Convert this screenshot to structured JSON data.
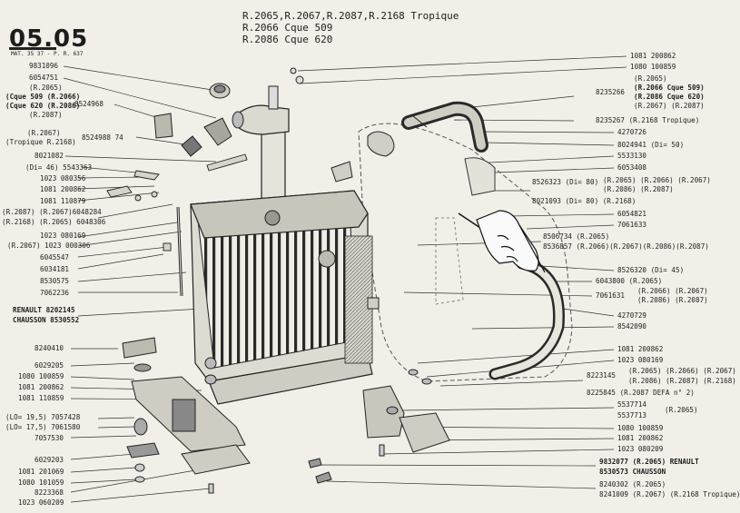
{
  "header": {
    "page_no": "05.05",
    "mat_ref": "MAT. 35 37 - P. R. 637",
    "line1": "R.2065,R.2067,R.2087,R.2168 Tropique",
    "line2": "R.2066 Cque 509",
    "line3": "R.2086 Cque 620"
  },
  "left": {
    "l1": "9831096",
    "l2": "6054751",
    "l3a": "(R.2065)",
    "l3b": "(Cque 509 (R.2066)",
    "l3c": "(Cque 620 (R.2086)",
    "l3d": "(R.2087)",
    "l3num": "8524968",
    "l4a": "(R.2067)",
    "l4b": "(Tropique R.2168)",
    "l4num": "8524988 74",
    "l5": "8021082",
    "l6": "(Di= 46) 5543363",
    "l7": "1023 080356",
    "l8": "1081 200862",
    "l9": "1081 110879",
    "l10a": "(R.2087) (R.2067)6048284",
    "l10b": "(R.2168) (R.2065) 6048306",
    "l11": "1023 080169",
    "l12": "(R.2067) 1023 000306",
    "l13": "6045547",
    "l14": "6034181",
    "l15": "8530575",
    "l16": "7062236",
    "l17a": "RENAULT 8202145",
    "l17b": "CHAUSSON 8530552",
    "l18": "8240410",
    "l19": "6029205",
    "l20": "1080 100859",
    "l21": "1081 200862",
    "l22": "1081 110859",
    "l23a": "(LO= 19,5) 7057428",
    "l23b": "(LO= 17,5) 7061580",
    "l24": "7057530",
    "l25": "6029203",
    "l26": "1081 201069",
    "l27": "1080 101059",
    "l28": "8223368",
    "l29": "1023 060209"
  },
  "right": {
    "r1": "1081 200862",
    "r2": "1080 100859",
    "r3a": "(R.2065)",
    "r3b": "(R.2066 Cque 509)",
    "r3c": "(R.2086 Cque 620)",
    "r3d": "(R.2067) (R.2087)",
    "r3num": "8235266",
    "r4": "8235267 (R.2168 Tropique)",
    "r5": "4270726",
    "r6": "8024941 (Di= 50)",
    "r7": "5533130",
    "r8": "6053408",
    "r9a": "8526323 (Di= 80)",
    "r9b": "(R.2065) (R.2066) (R.2067)",
    "r9c": "(R.2086) (R.2087)",
    "r9d": "8021093 (Di= 80) (R.2168)",
    "r10": "6054821",
    "r11": "7061633",
    "r12a": "8506734 (R.2065)",
    "r12b": "8536857 (R.2066)(R.2067)(R.2086)(R.2087)",
    "r13": "8526320 (Di= 45)",
    "r14": "6043800 (R.2065)",
    "r15a": "(R.2066) (R.2067)",
    "r15b": "(R.2086) (R.2087)",
    "r15num": "7061631",
    "r16": "4270729",
    "r17": "8542090",
    "r18": "1081 200862",
    "r19": "1023 080169",
    "r20a": "8223145",
    "r20b": "(R.2065) (R.2066) (R.2067)",
    "r20c": "(R.2086) (R.2087) (R.2168)",
    "r21": "8225845 (R.2087 DEFA n° 2)",
    "r22a": "5537714",
    "r22b": "5537713",
    "r22c": "(R.2065)",
    "r23": "1080 100859",
    "r24": "1081 200862",
    "r25": "1023 080209",
    "r26a": "9832077 (R.2065) RENAULT",
    "r26b": "8530573 CHAUSSON",
    "r27a": "8240302 (R.2065)",
    "r27b": "8241009 (R.2067) (R.2168 Tropique)"
  }
}
